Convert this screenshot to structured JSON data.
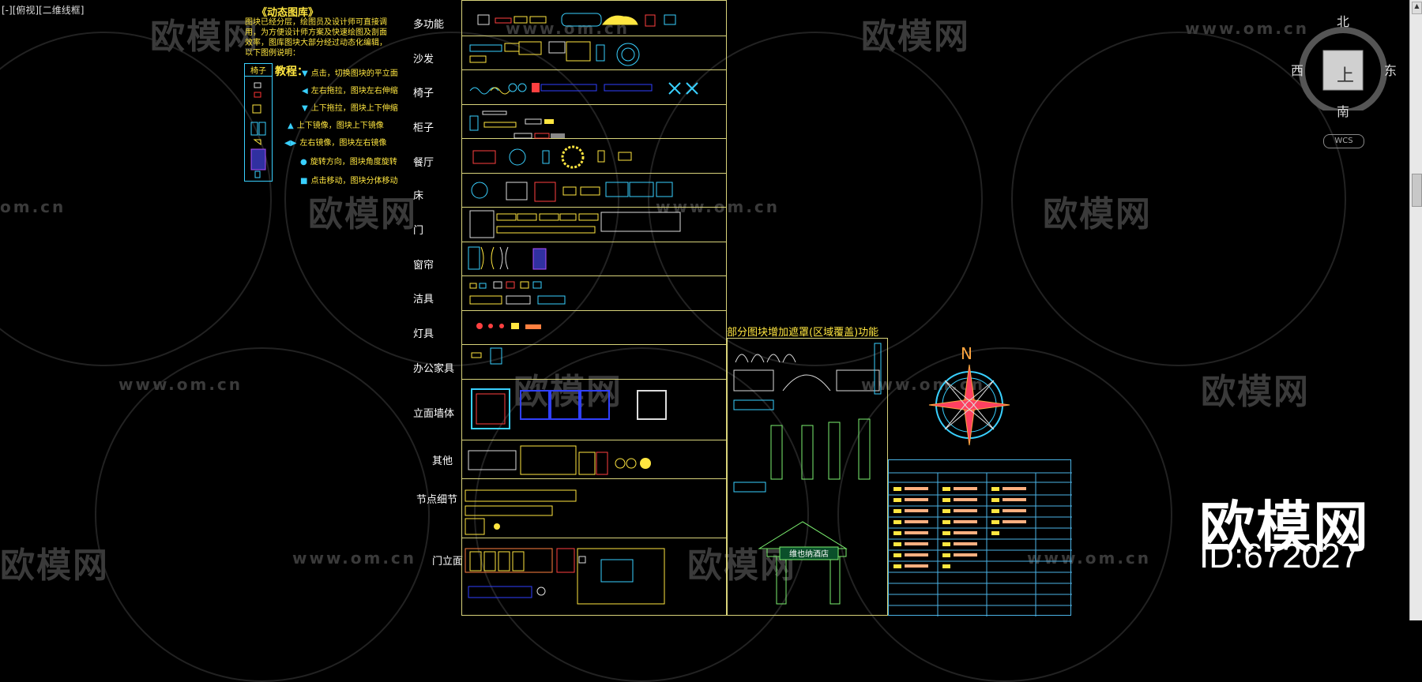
{
  "viewport_label": "[-][俯视][二维线框]",
  "watermark": {
    "logo": "欧模网",
    "url": "www.om.cn",
    "url_partial": "om.cn"
  },
  "legend": {
    "title": "《动态图库》",
    "description": "图块已经分层，绘图员及设计师可直接调用，为方便设计师方案及快速绘图及剖面效率，图库图块大部分经过动态化编辑，以下图例说明：",
    "box_title": "椅子",
    "tutorial_title": "教程：",
    "tutorial_items": [
      {
        "glyph": "▼",
        "text": "点击，切换图块的平立面"
      },
      {
        "glyph": "◀",
        "text": "左右拖拉，图块左右伸缩"
      },
      {
        "glyph": "▼",
        "text": "上下拖拉，图块上下伸缩"
      },
      {
        "glyph": "▲",
        "text": "上下镜像，图块上下镜像"
      },
      {
        "glyph": "◀▶",
        "text": "左右镜像，图块左右镜像"
      },
      {
        "glyph": "●",
        "text": "旋转方向，图块角度旋转"
      },
      {
        "glyph": "■",
        "text": "点击移动，图块分体移动"
      }
    ]
  },
  "categories": [
    {
      "label": "多功能"
    },
    {
      "label": "沙发"
    },
    {
      "label": "椅子"
    },
    {
      "label": "柜子"
    },
    {
      "label": "餐厅"
    },
    {
      "label": "床"
    },
    {
      "label": "门"
    },
    {
      "label": "窗帘"
    },
    {
      "label": "洁具"
    },
    {
      "label": "灯具"
    },
    {
      "label": "办公家具"
    },
    {
      "label": "立面墙体"
    },
    {
      "label": "其他"
    },
    {
      "label": "节点细节"
    },
    {
      "label": "门立面"
    }
  ],
  "overlay_section": {
    "title": "部分图块增加遮罩(区域覆盖)功能",
    "sign_text": "维也纳酒店"
  },
  "compass": {
    "north": "N"
  },
  "viewcube": {
    "north": "北",
    "south": "南",
    "east": "东",
    "west": "西",
    "face": "上",
    "wcs": "WCS"
  },
  "brand": {
    "name": "欧模网",
    "id": "ID:672027"
  },
  "colors": {
    "background": "#000000",
    "frame": "#d8d37a",
    "accent_yellow": "#ffe640",
    "accent_cyan": "#39d0ff"
  }
}
